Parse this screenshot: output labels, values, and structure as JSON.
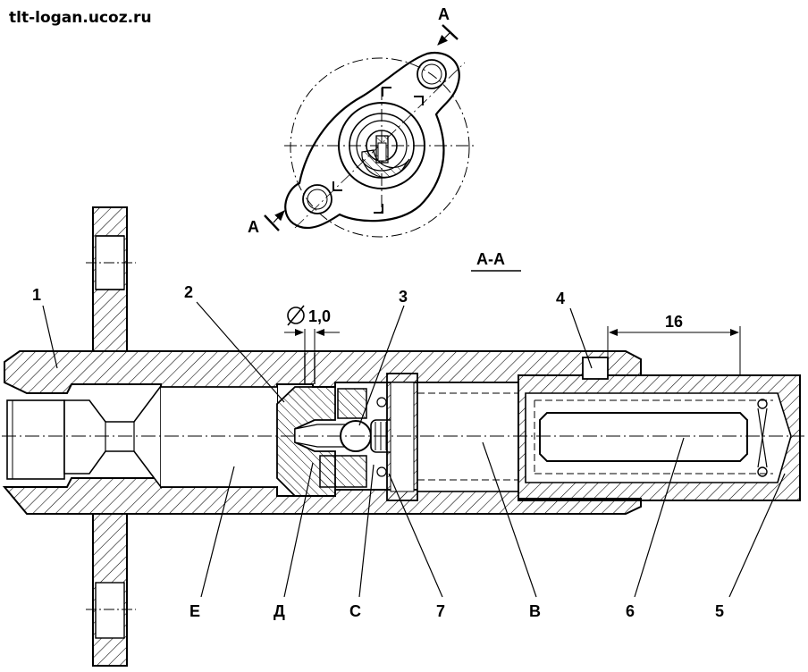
{
  "watermark": "tlt-logan.ucoz.ru",
  "section_view_title": "А-А",
  "cut_marks": {
    "top": "A",
    "bottom": "A"
  },
  "dimensions": {
    "diameter": "1,0",
    "length": "16"
  },
  "callouts": {
    "c1": "1",
    "c2": "2",
    "c3": "3",
    "c4": "4",
    "c5": "5",
    "c6": "6",
    "c7": "7",
    "cE": "Е",
    "cD": "Д",
    "cC": "С",
    "cB": "В"
  },
  "colors": {
    "line": "#000000",
    "background": "#ffffff"
  }
}
